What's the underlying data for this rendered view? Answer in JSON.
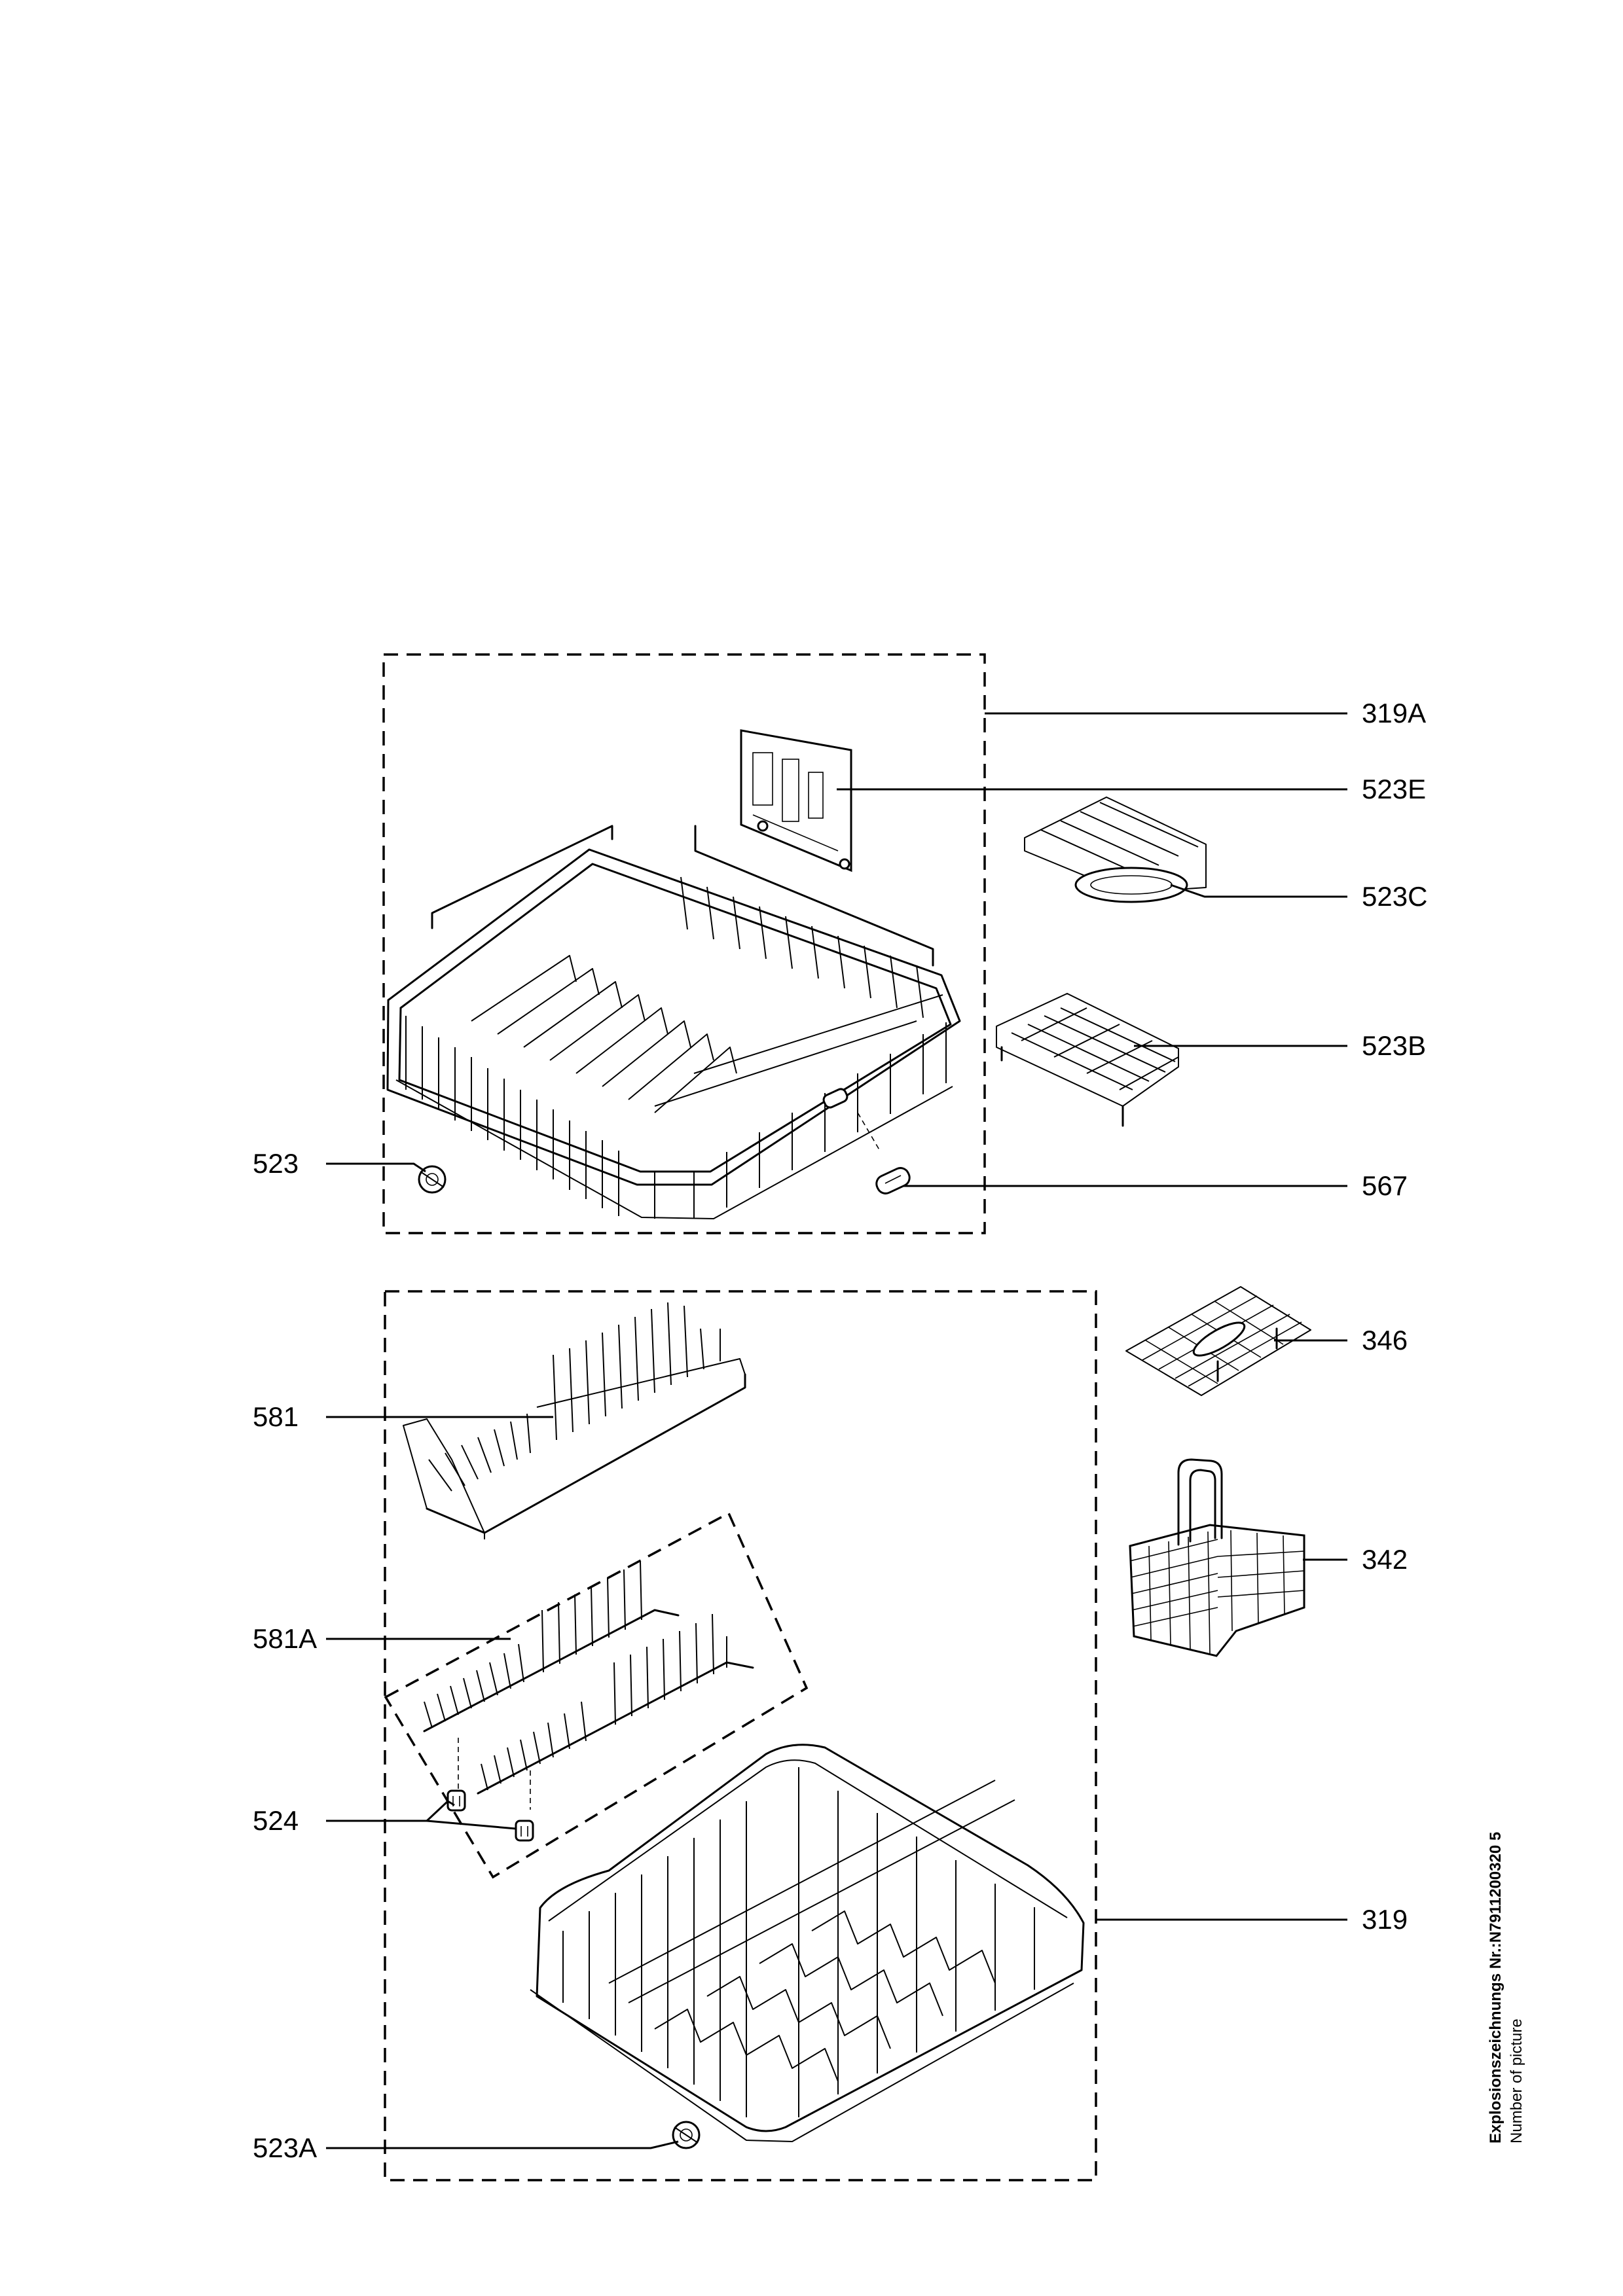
{
  "labels": {
    "p319A": "319A",
    "p523E": "523E",
    "p523C": "523C",
    "p523B": "523B",
    "p523": "523",
    "p567": "567",
    "p346": "346",
    "p581": "581",
    "p342": "342",
    "p581A": "581A",
    "p524": "524",
    "p319": "319",
    "p523A": "523A"
  },
  "caption": {
    "line1": "Explosionszeichnungs Nr.:N7911200320 5",
    "line2": "Number of picture"
  }
}
